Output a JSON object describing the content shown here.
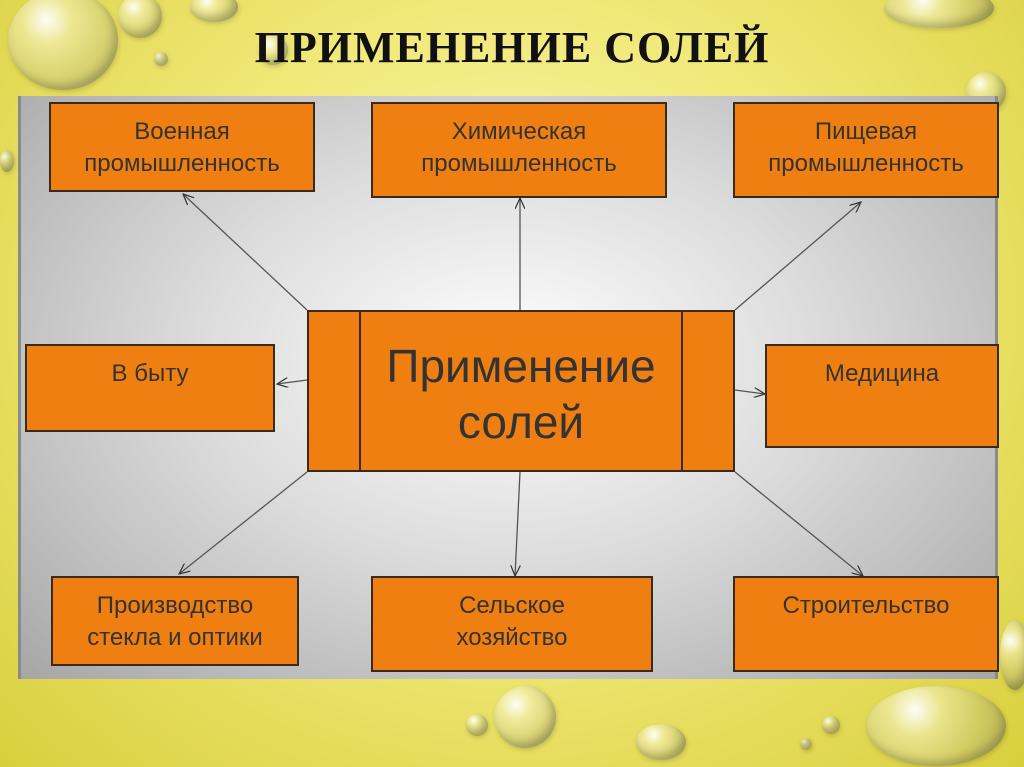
{
  "title": "ПРИМЕНЕНИЕ СОЛЕЙ",
  "center": "Применение\nсолей",
  "boxes": {
    "military": "Военная\nпромышленность",
    "chemical": "Химическая\nпромышленность",
    "food": "Пищевая\nпромышленность",
    "household": "В быту",
    "medicine": "Медицина",
    "glass": "Производство\nстекла и оптики",
    "agriculture": "Сельское\nхозяйство",
    "construction": "Строительство"
  },
  "colors": {
    "box_fill": "#f07f12",
    "box_border": "#3a2a1a",
    "text": "#333333"
  }
}
